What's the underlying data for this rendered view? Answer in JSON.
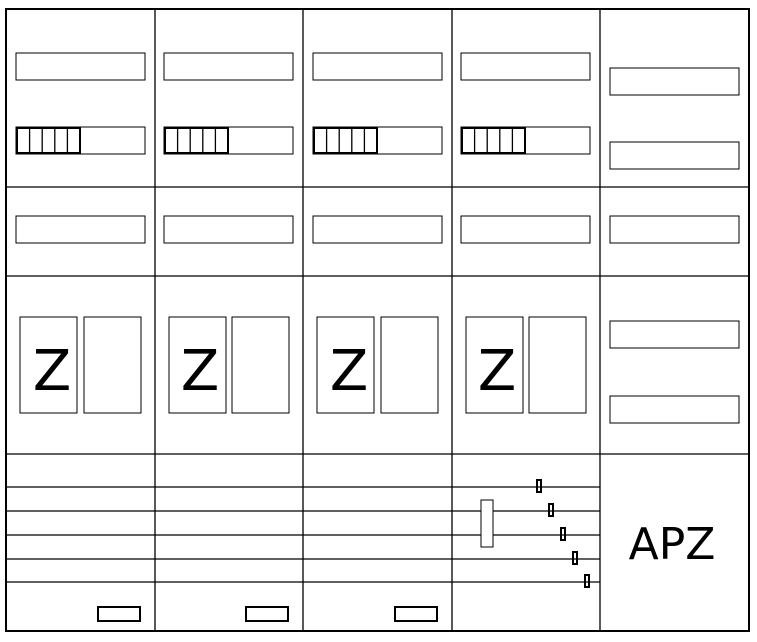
{
  "diagram": {
    "meter_field_label": "Z",
    "apz_label": "APZ",
    "columns": [
      {
        "id": "col1",
        "meter": "Z"
      },
      {
        "id": "col2",
        "meter": "Z"
      },
      {
        "id": "col3",
        "meter": "Z"
      },
      {
        "id": "col4",
        "meter": "Z"
      }
    ],
    "side_panel": {
      "label": "APZ"
    }
  }
}
